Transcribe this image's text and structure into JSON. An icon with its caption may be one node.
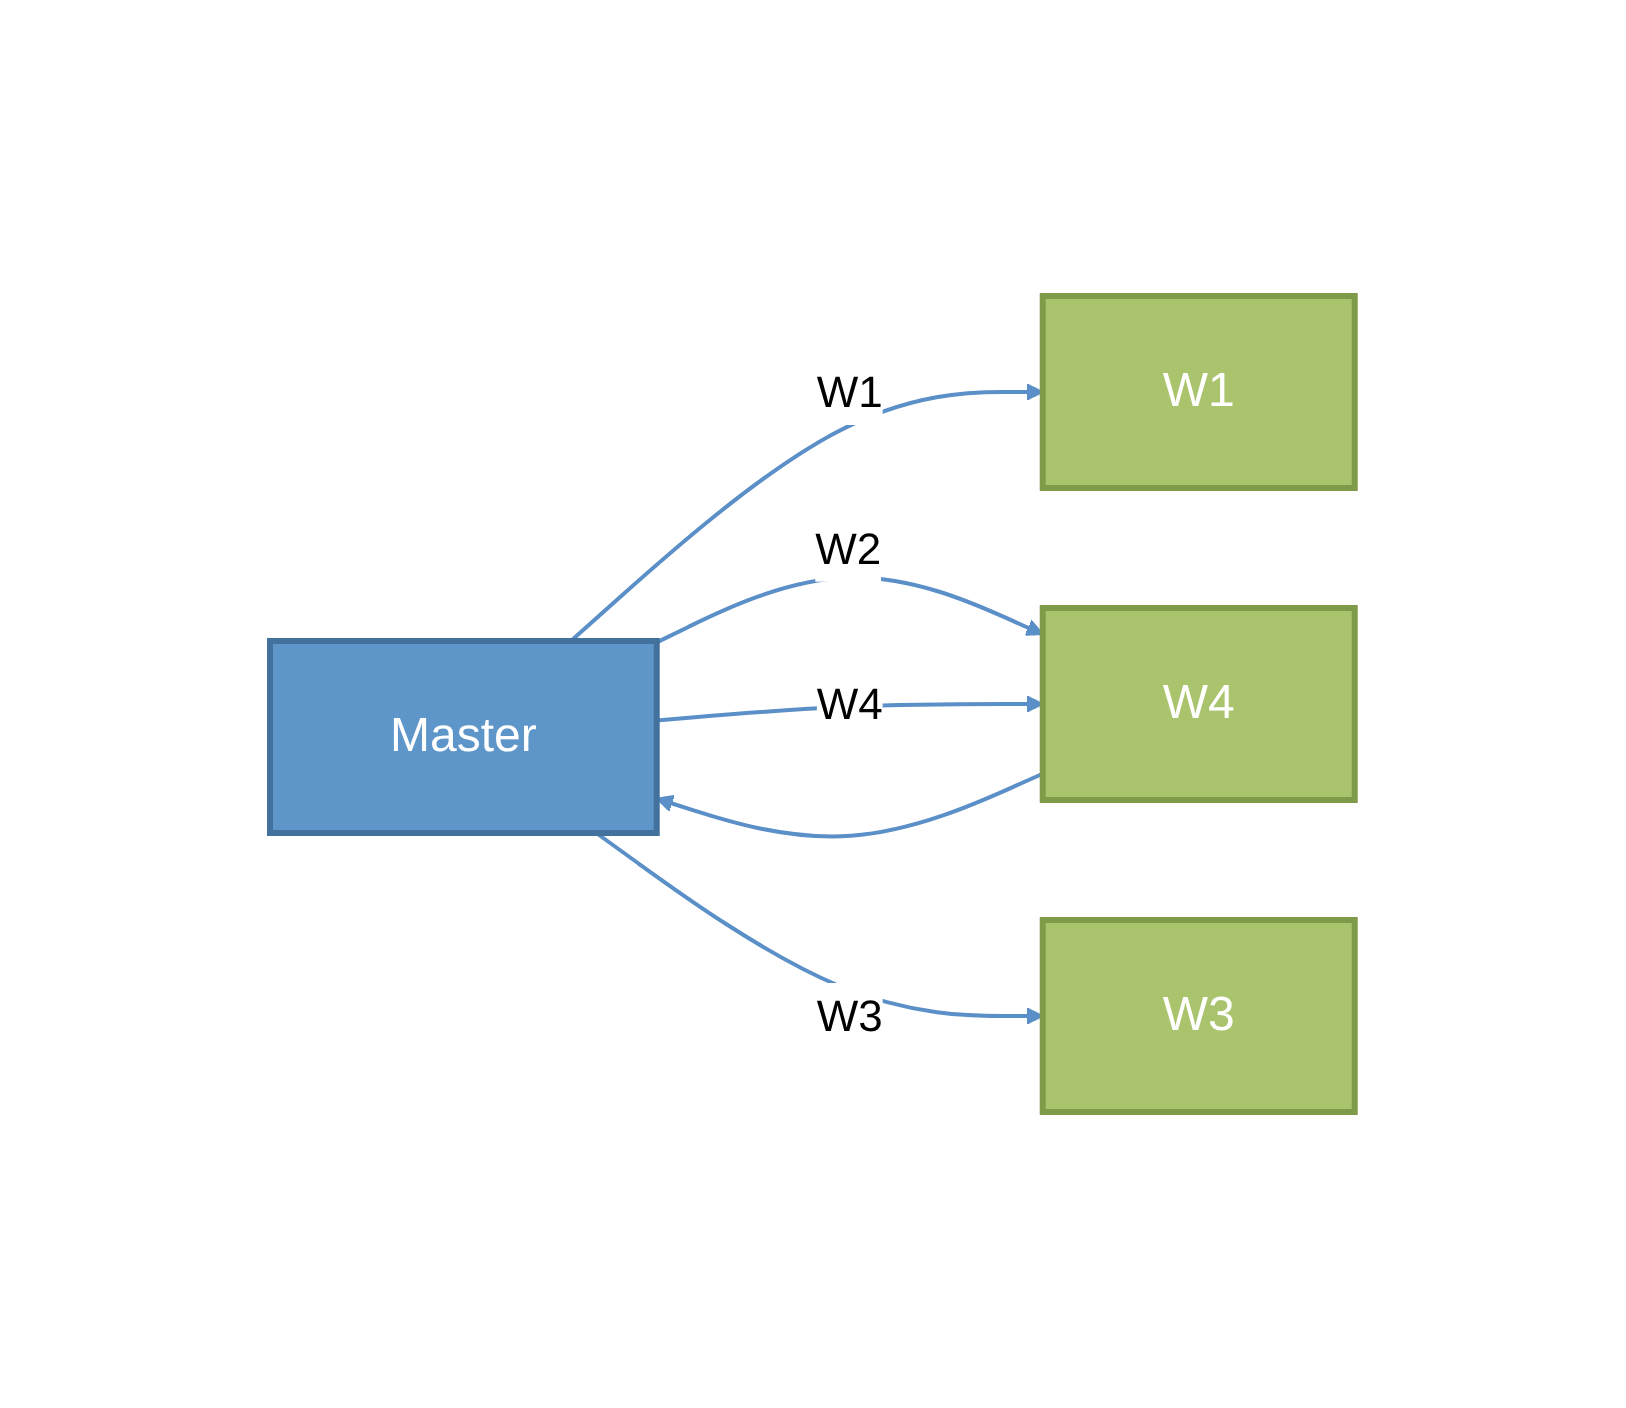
{
  "diagram": {
    "nodes": [
      {
        "text": [
          "Master"
        ]
      },
      {
        "text": [
          "W1"
        ]
      },
      {
        "text": [
          "W4"
        ]
      },
      {
        "text": [
          "W3"
        ]
      }
    ],
    "edges": [
      {
        "from": 0,
        "to": 1,
        "arrow": "to",
        "label": "W1"
      },
      {
        "from": 0,
        "to": 2,
        "arrow": "to",
        "label": "W2"
      },
      {
        "from": 2,
        "to": 0,
        "arrow": "to"
      },
      {
        "from": 0,
        "to": 2,
        "arrow": "to",
        "label": "W4"
      },
      {
        "from": 0,
        "to": 3,
        "arrow": "to",
        "label": "W3"
      }
    ]
  }
}
